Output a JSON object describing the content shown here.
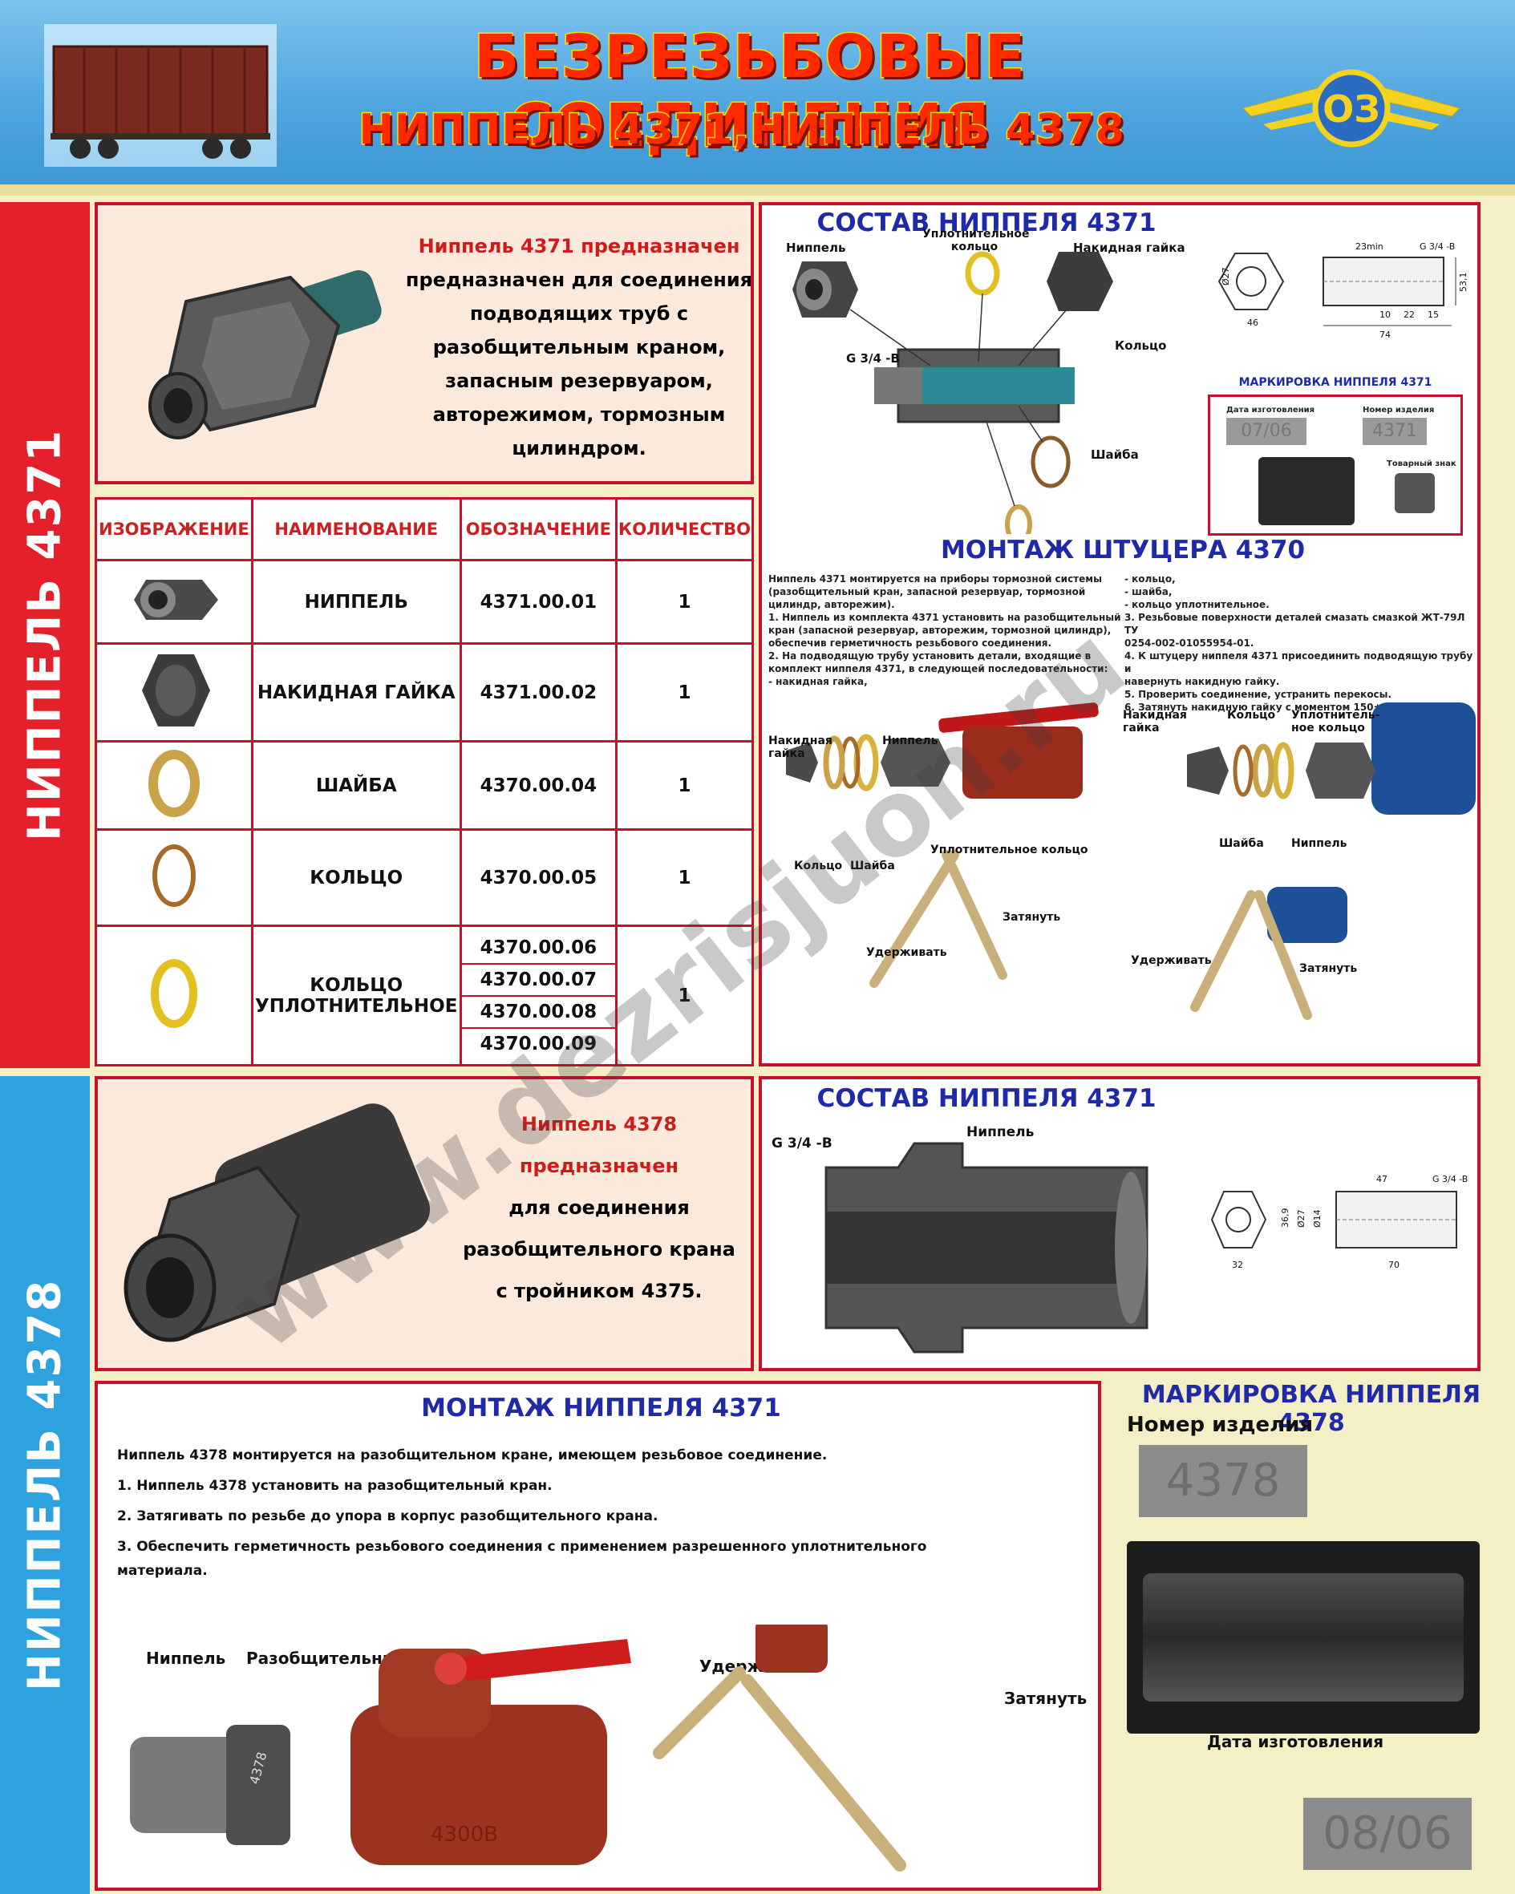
{
  "header": {
    "title": "БЕЗРЕЗЬБОВЫЕ СОЕДИНЕНИЯ",
    "subtitle": "НИППЕЛЬ 4371,НИППЕЛЬ 4378",
    "logo_text": "ОЗ"
  },
  "sidebar": {
    "top_label": "НИППЕЛЬ 4371",
    "bottom_label": "НИППЕЛЬ 4378"
  },
  "intro4371": {
    "lead": "Ниппель 4371 предназначен",
    "lines": [
      "предназначен для соединения",
      "подводящих труб с",
      "разобщительным краном,",
      "запасным резервуаром,",
      "авторежимом, тормозным",
      "цилиндром."
    ]
  },
  "parts_table": {
    "headers": [
      "ИЗОБРАЖЕНИЕ",
      "НАИМЕНОВАНИЕ",
      "ОБОЗНАЧЕНИЕ",
      "КОЛИЧЕСТВО"
    ],
    "rows": [
      {
        "name": "НИППЕЛЬ",
        "code": "4371.00.01",
        "qty": "1"
      },
      {
        "name": "НАКИДНАЯ ГАЙКА",
        "code": "4371.00.02",
        "qty": "1"
      },
      {
        "name": "ШАЙБА",
        "code": "4370.00.04",
        "qty": "1"
      },
      {
        "name": "КОЛЬЦО",
        "code": "4370.00.05",
        "qty": "1"
      },
      {
        "name": "КОЛЬЦО УПЛОТНИТЕЛЬНОЕ",
        "codes": [
          "4370.00.06",
          "4370.00.07",
          "4370.00.08",
          "4370.00.09"
        ],
        "qty": "1"
      }
    ]
  },
  "composition4371": {
    "title": "СОСТАВ НИППЕЛЯ 4371",
    "labels": {
      "nipple": "Ниппель",
      "seal_ring": "Уплотнительное кольцо",
      "nut": "Накидная гайка",
      "ring": "Кольцо",
      "washer": "Шайба",
      "thread": "G 3/4 -B"
    },
    "dims": {
      "d27": "Ø27",
      "w46": "46",
      "min23": "23min",
      "thread": "G 3/4 -B",
      "h53": "53,1",
      "d10": "10",
      "d22": "22",
      "d15": "15",
      "l74": "74"
    },
    "marking": {
      "title": "МАРКИРОВКА НИППЕЛЯ 4371",
      "date_label": "Дата изготовления",
      "number_label": "Номер изделия",
      "trademark": "Товарный знак",
      "date_value": "07/06",
      "number_value": "4371"
    }
  },
  "mount_fitting": {
    "title": "МОНТАЖ ШТУЦЕРА 4370",
    "left_text": [
      "Ниппель 4371 монтируется на приборы тормозной системы",
      "(разобщительный кран, запасной резервуар, тормозной",
      "цилиндр, авторежим).",
      "1. Ниппель из комплекта 4371 установить на разобщительный",
      "кран (запасной резервуар, авторежим, тормозной цилиндр),",
      "обеспечив герметичность резьбового соединения.",
      "2. На подводящую трубу установить детали, входящие в",
      "комплект ниппеля 4371, в следующей последовательности:",
      "- накидная гайка,"
    ],
    "right_text": [
      "- кольцо,",
      "- шайба,",
      "- кольцо уплотнительное.",
      "3. Резьбовые поверхности деталей смазать смазкой ЖТ-79Л ТУ",
      "0254-002-01055954-01.",
      "4. К штуцеру ниппеля 4371 присоединить подводящую трубу и",
      "навернуть накидную гайку.",
      "5. Проверить соединение, устранить перекосы.",
      "6. Затянуть накидную гайку с моментом 150±15 Н•м."
    ],
    "labels_left": {
      "nut": "Накидная гайка",
      "nipple": "Ниппель",
      "ring": "Кольцо",
      "washer": "Шайба",
      "seal": "Уплотнительное кольцо",
      "hold": "Удерживать",
      "tighten": "Затянуть"
    },
    "labels_right": {
      "nut": "Накидная гайка",
      "ring": "Кольцо",
      "seal": "Уплотнитель-ное кольцо",
      "washer": "Шайба",
      "nipple": "Ниппель",
      "hold": "Удерживать",
      "tighten": "Затянуть"
    }
  },
  "intro4378": {
    "lead1": "Ниппель 4378",
    "lead2": "предназначен",
    "lines": [
      "для соединения",
      "разобщительного крана",
      "с тройником 4375."
    ]
  },
  "composition4378": {
    "title": "СОСТАВ НИППЕЛЯ 4371",
    "labels": {
      "thread": "G 3/4 -B",
      "nipple": "Ниппель"
    },
    "dims": {
      "l47": "47",
      "thread": "G 3/4 -B",
      "h369": "36,9",
      "d27": "Ø27",
      "d14": "Ø14",
      "w32": "32",
      "l70": "70"
    }
  },
  "mount4371": {
    "title": "МОНТАЖ НИППЕЛЯ 4371",
    "intro": "Ниппель 4378 монтируется на разобщительном кране, имеющем резьбовое соединение.",
    "steps": [
      "1. Ниппель 4378 установить на разобщительный кран.",
      "2. Затягивать по резьбе до упора в корпус разобщительного крана.",
      "3. Обеспечить герметичность резьбового соединения с применением разрешенного уплотнительного материала."
    ],
    "labels": {
      "nipple": "Ниппель",
      "valve": "Разобщительный кран",
      "hold": "Удерживать",
      "tighten": "Затянуть",
      "valve_code": "4300В",
      "nipple_code": "4378"
    }
  },
  "marking4378": {
    "title": "МАРКИРОВКА НИППЕЛЯ 4378",
    "number_label": "Номер изделия",
    "number_value": "4378",
    "date_label": "Дата изготовления",
    "date_value": "08/06"
  },
  "watermark": "www.dezrisjuon.ru",
  "colors": {
    "red": "#e4202a",
    "blue": "#2da2df",
    "title_blue": "#1f2aa8",
    "gold": "#d8b23a",
    "cream": "#f5efc6"
  }
}
